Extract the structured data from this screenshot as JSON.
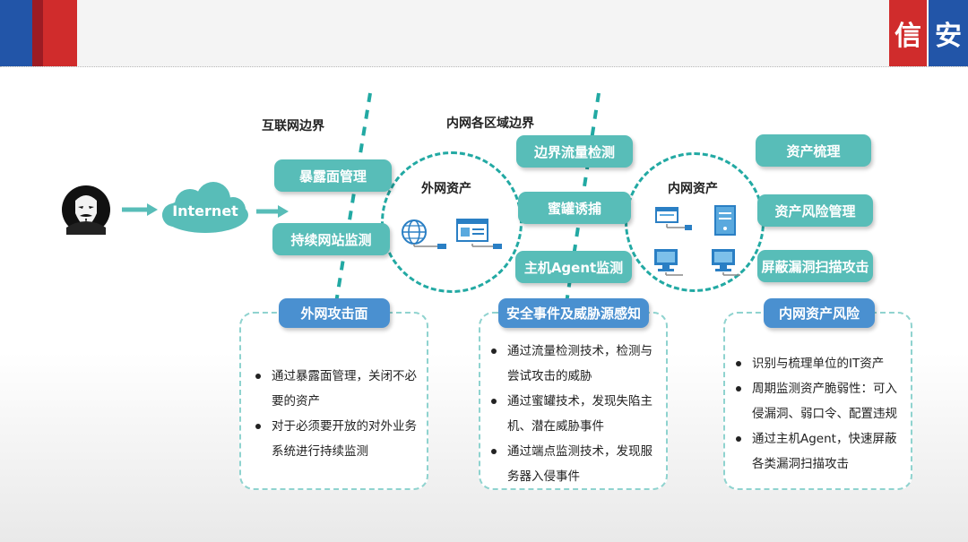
{
  "header": {
    "brand_chars": [
      "信",
      "安"
    ],
    "colors": {
      "blue": "#2255a8",
      "red": "#d02c2c",
      "darkred": "#9c1c24"
    }
  },
  "diagram": {
    "attacker_icon": "anonymous-mask-icon",
    "internet_label": "Internet",
    "boundary_labels": {
      "internet_border": "互联网边界",
      "inner_zone_border": "内网各区域边界"
    },
    "circles": {
      "outer_assets": "外网资产",
      "inner_assets": "内网资产"
    },
    "teal_boxes": {
      "exposure_mgmt": "暴露面管理",
      "site_monitor": "持续网站监测",
      "border_traffic": "边界流量检测",
      "honeypot": "蜜罐诱捕",
      "host_agent": "主机Agent监测",
      "asset_sort": "资产梳理",
      "asset_risk": "资产风险管理",
      "block_scan": "屏蔽漏洞扫描攻击"
    },
    "colors": {
      "teal": "#58bdb8",
      "blue": "#4a90d0",
      "dash": "#22a9a3"
    }
  },
  "panels": [
    {
      "title": "外网攻击面",
      "lines": [
        [
          "通过暴露面管理，关闭不必",
          "要的资产"
        ],
        [
          "对于必须要开放的对外业务",
          "系统进行持续监测"
        ]
      ]
    },
    {
      "title": "安全事件及威胁源感知",
      "lines": [
        [
          "通过流量检测技术，检测与",
          "尝试攻击的威胁"
        ],
        [
          "通过蜜罐技术，发现失陷主",
          "机、潜在威胁事件"
        ],
        [
          "通过端点监测技术，发现服",
          "务器入侵事件"
        ]
      ]
    },
    {
      "title": "内网资产风险",
      "lines": [
        [
          "识别与梳理单位的IT资产"
        ],
        [
          "周期监测资产脆弱性：可入",
          "侵漏洞、弱口令、配置违规"
        ],
        [
          "通过主机Agent，快速屏蔽",
          "各类漏洞扫描攻击"
        ]
      ]
    }
  ]
}
